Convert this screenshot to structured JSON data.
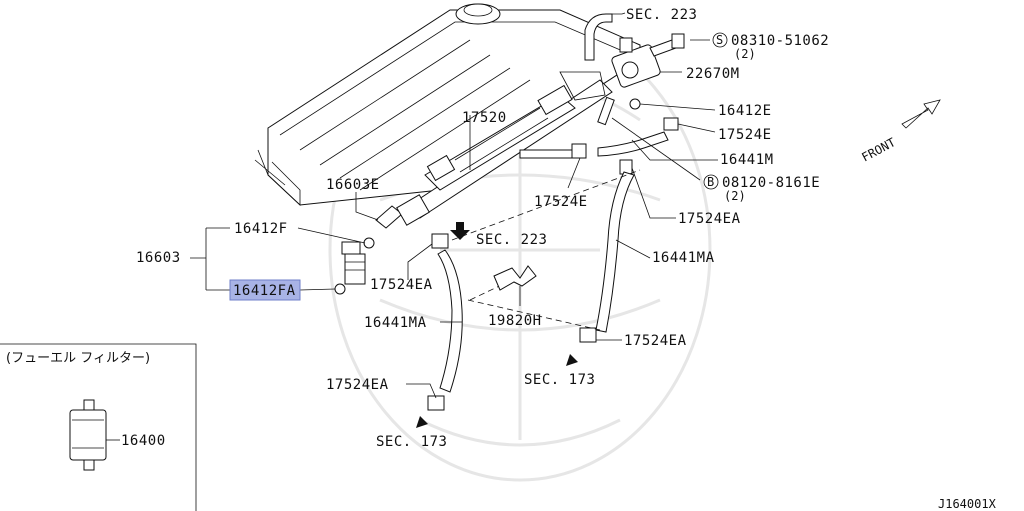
{
  "callouts": {
    "sec223_top": "SEC. 223",
    "bolt_part": "08310-51062",
    "bolt_qty": "(2)",
    "bolt_symbol": "S",
    "p22670M": "22670M",
    "p16412E": "16412E",
    "p17524E_right": "17524E",
    "p16441M": "16441M",
    "bolt2_symbol": "B",
    "bolt2_part": "08120-8161E",
    "bolt2_qty": "(2)",
    "p17524EA_right": "17524EA",
    "p16441MA_right": "16441MA",
    "p17524EA_lowright": "17524EA",
    "sec173_right": "SEC. 173",
    "p17520": "17520",
    "p16603E": "16603E",
    "p17524E_mid": "17524E",
    "sec223_mid": "SEC. 223",
    "p16412F": "16412F",
    "p16603": "16603",
    "p16412FA": "16412FA",
    "p17524EA_mid": "17524EA",
    "p19820H": "19820H",
    "p16441MA_left": "16441MA",
    "p17524EA_low": "17524EA",
    "sec173_left": "SEC. 173",
    "front": "FRONT"
  },
  "inset": {
    "title": "(フューエル フィルター)",
    "part": "16400"
  },
  "diagram_code": "J164001X",
  "colors": {
    "highlight": "#a8b3e6",
    "ink": "#111111",
    "watermark": "#e6e6e6"
  }
}
